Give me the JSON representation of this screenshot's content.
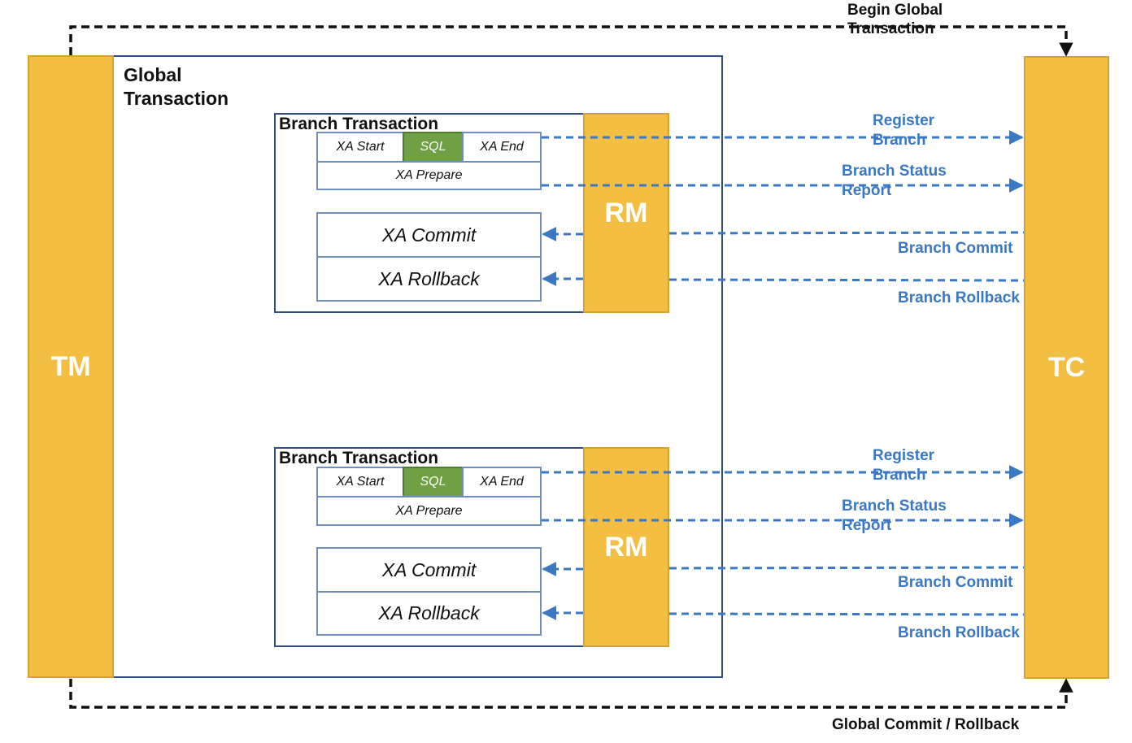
{
  "colors": {
    "actor_fill": "#F2BF42",
    "container_border": "#2F4F84",
    "sql_fill": "#6FA044",
    "call_arrow": "#3A78C3",
    "control_arrow": "#111111"
  },
  "tm_label": "TM",
  "tc_label": "TC",
  "global_transaction_line1": "Global",
  "global_transaction_line2": "Transaction",
  "begin_global_line1": "Begin Global",
  "begin_global_line2": "Transaction",
  "global_commit_rollback": "Global Commit / Rollback",
  "branches": [
    {
      "title": "Branch Transaction",
      "xa_start": "XA Start",
      "sql": "SQL",
      "xa_end": "XA End",
      "xa_prepare": "XA Prepare",
      "xa_commit": "XA Commit",
      "xa_rollback": "XA Rollback",
      "rm": "RM",
      "register_line1": "Register",
      "register_line2": "Branch",
      "status_line1": "Branch Status",
      "status_line2": "Report",
      "branch_commit": "Branch Commit",
      "branch_rollback": "Branch Rollback"
    },
    {
      "title": "Branch Transaction",
      "xa_start": "XA Start",
      "sql": "SQL",
      "xa_end": "XA End",
      "xa_prepare": "XA Prepare",
      "xa_commit": "XA Commit",
      "xa_rollback": "XA Rollback",
      "rm": "RM",
      "register_line1": "Register",
      "register_line2": "Branch",
      "status_line1": "Branch Status",
      "status_line2": "Report",
      "branch_commit": "Branch Commit",
      "branch_rollback": "Branch Rollback"
    }
  ]
}
